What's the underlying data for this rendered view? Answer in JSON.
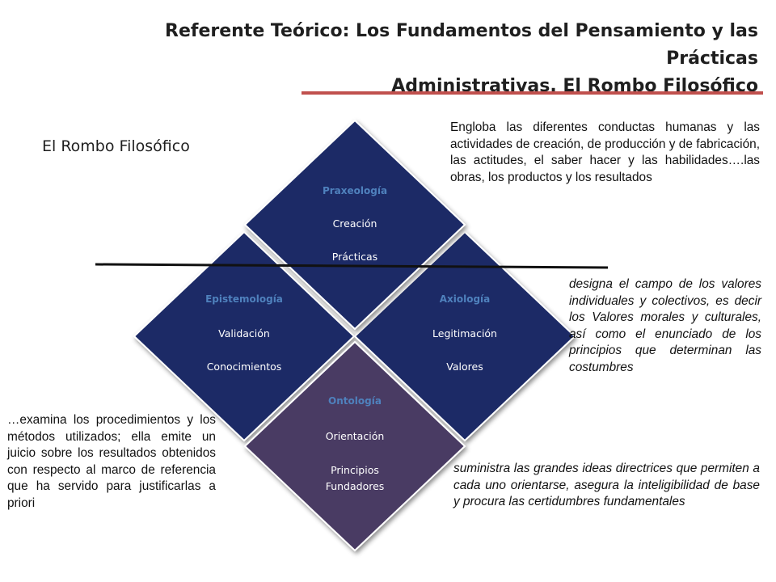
{
  "title": {
    "line1": "Referente Teórico: Los Fundamentos del Pensamiento y las Prácticas",
    "line2": "Administrativas. El Rombo Filosófico"
  },
  "diagram_label": "El Rombo Filosófico",
  "colors": {
    "title_rule": "#c0504d",
    "diamond_blue": "#1b2a66",
    "diamond_purple": "#4a3a63",
    "heading_blue": "#4f81bd",
    "divider": "#111111"
  },
  "diamonds": {
    "praxeologia": {
      "title": "Praxeología",
      "line1": "Creación",
      "line2": "Prácticas"
    },
    "epistemologia": {
      "title": "Epistemología",
      "line1": "Validación",
      "line2": "Conocimientos"
    },
    "axiologia": {
      "title": "Axiología",
      "line1": "Legitimación",
      "line2": "Valores"
    },
    "ontologia": {
      "title": "Ontología",
      "line1": "Orientación",
      "line2": "Principios",
      "line3": "Fundadores"
    }
  },
  "descriptions": {
    "praxeologia": "Engloba las diferentes conductas humanas y las actividades de creación, de producción y de fabricación, las actitudes, el saber hacer y las habilidades….las obras, los productos y los resultados",
    "axiologia": "designa el campo de los valores individuales y colectivos, es decir los Valores morales y culturales, así como el enunciado de los principios que determinan las costumbres",
    "epistemologia": "…examina los procedimientos y los métodos utilizados; ella emite un juicio sobre los resultados obtenidos con respecto al marco de referencia que ha servido para justificarlas a priori",
    "ontologia": "suministra las grandes ideas directrices que permiten a cada uno orientarse, asegura la inteligibilidad de base y procura las certidumbres fundamentales"
  }
}
